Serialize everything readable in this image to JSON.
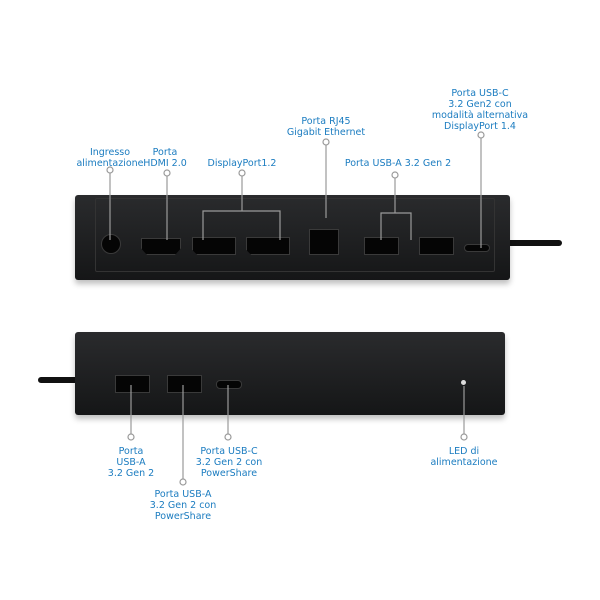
{
  "top_view": {
    "labels": {
      "power_input": "Ingresso\nalimentazione",
      "hdmi": "Porta\nHDMI 2.0",
      "displayport": "DisplayPort1.2",
      "rj45": "Porta RJ45\nGigabit Ethernet",
      "usb_a": "Porta USB-A 3.2 Gen 2",
      "usb_c_dp": "Porta USB-C\n3.2 Gen2 con\nmodalità alternativa\nDisplayPort 1.4"
    }
  },
  "bottom_view": {
    "labels": {
      "usb_a": "Porta\nUSB-A\n3.2 Gen 2",
      "usb_a_powershare": "Porta USB-A\n3.2 Gen 2 con\nPowerShare",
      "usb_c_powershare": "Porta USB-C\n3.2 Gen 2 con\nPowerShare",
      "power_led": "LED di\nalimentazione"
    }
  },
  "colors": {
    "label": "#1b7cc0",
    "device": "#1c1d1f",
    "leader": "#9a9a9a"
  }
}
